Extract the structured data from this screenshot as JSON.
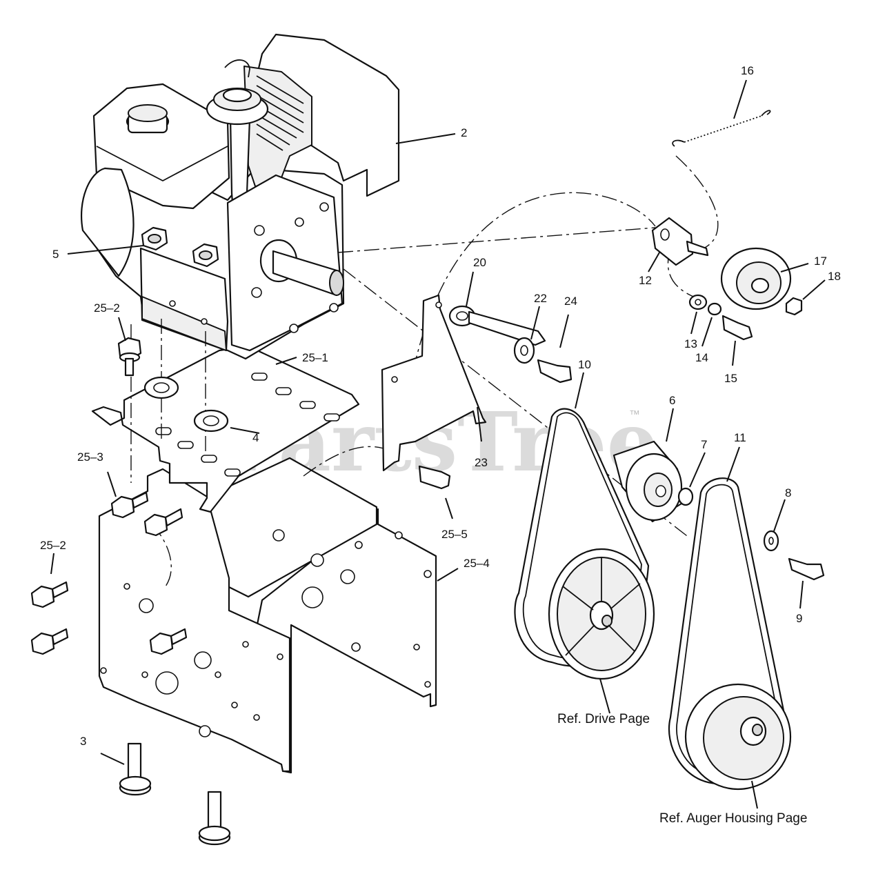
{
  "watermark": {
    "text": "PartsTree",
    "trademark": "™"
  },
  "callouts": {
    "c2": "2",
    "c3": "3",
    "c4": "4",
    "c5": "5",
    "c6": "6",
    "c7": "7",
    "c8": "8",
    "c9": "9",
    "c10": "10",
    "c11": "11",
    "c12": "12",
    "c13": "13",
    "c14": "14",
    "c15": "15",
    "c16": "16",
    "c17": "17",
    "c18": "18",
    "c20": "20",
    "c22": "22",
    "c23": "23",
    "c24": "24",
    "c25_1": "25–1",
    "c25_2a": "25–2",
    "c25_2b": "25–2",
    "c25_3": "25–3",
    "c25_4": "25–4",
    "c25_5": "25–5"
  },
  "references": {
    "drive": "Ref. Drive Page",
    "auger": "Ref. Auger Housing Page"
  }
}
